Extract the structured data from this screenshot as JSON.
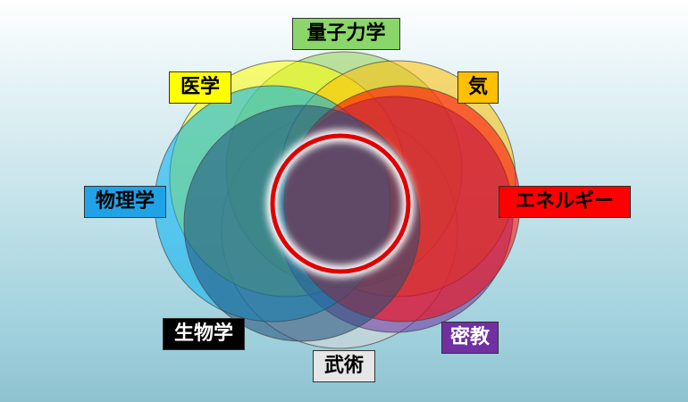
{
  "labels": [
    {
      "key": "quantum",
      "text": "量子力学",
      "bg": "#8bd66b",
      "fg": "#000000"
    },
    {
      "key": "medicine",
      "text": "医学",
      "bg": "#ffff00",
      "fg": "#000000"
    },
    {
      "key": "ki",
      "text": "気",
      "bg": "#ffc000",
      "fg": "#000000"
    },
    {
      "key": "physics",
      "text": "物理学",
      "bg": "#1fa3e6",
      "fg": "#000000"
    },
    {
      "key": "energy",
      "text": "エネルギー",
      "bg": "#ff0000",
      "fg": "#000000"
    },
    {
      "key": "biology",
      "text": "生物学",
      "bg": "#000000",
      "fg": "#ffffff"
    },
    {
      "key": "esoteric",
      "text": "密教",
      "bg": "#7030a0",
      "fg": "#ffffff"
    },
    {
      "key": "martial",
      "text": "武術",
      "bg": "#e6e6e6",
      "fg": "#000000"
    }
  ],
  "circle_colors": {
    "quantum": "#92d050",
    "medicine": "#ffff00",
    "ki": "#ffc000",
    "physics": "#00b0f0",
    "energy": "#ff0000",
    "biology": "#1f4e79",
    "esoteric": "#7030a0",
    "martial": "#d9d9d9"
  },
  "highlight_ring_color": "#e00000"
}
